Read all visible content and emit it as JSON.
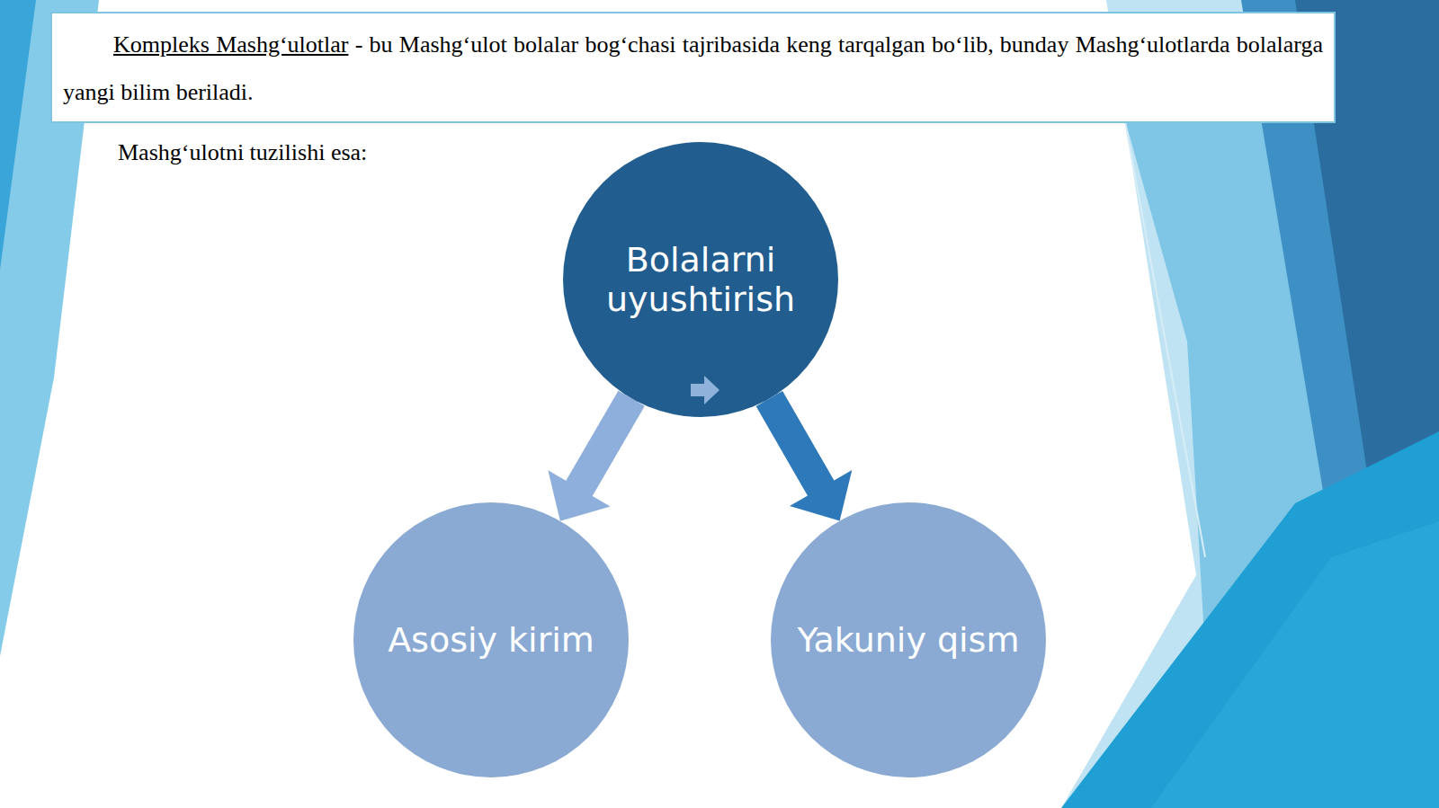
{
  "diagram": {
    "nodes": [
      {
        "text": [
          "Kompleks Mashg‘ulotlar",
          "- bu Mashg‘ulot bolalar bog‘chasi tajribasida keng tarqalgan bo‘lib, bunday Mashg‘ulotlarda bolalarga yangi bilim beriladi."
        ]
      },
      {
        "text": [
          "Bolalarni uyushtirish"
        ]
      },
      {
        "text": [
          "Asosiy kirim"
        ]
      },
      {
        "text": [
          "Yakuniy qism"
        ]
      }
    ],
    "edges": [
      {
        "from": 1,
        "to": 2,
        "arrow": "to"
      },
      {
        "from": 1,
        "to": 3,
        "arrow": "to"
      }
    ],
    "labels": [
      "Mashg‘ulotni tuzilishi esa:"
    ]
  }
}
